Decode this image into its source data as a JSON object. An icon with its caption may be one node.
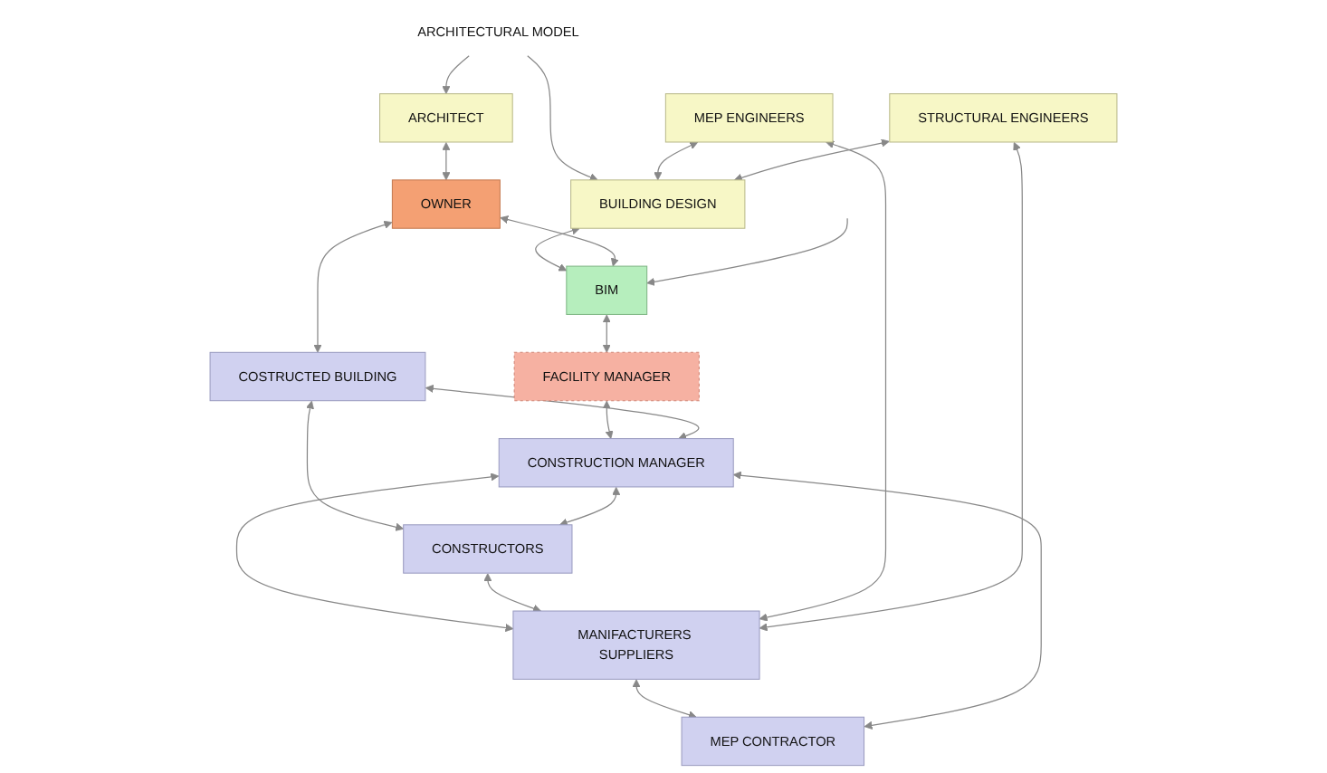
{
  "diagram": {
    "nodes": [
      {
        "text": [
          "ARCHITECT"
        ]
      },
      {
        "text": [
          "OWNER"
        ]
      },
      {
        "text": [
          "ARCHITECTURAL MODEL"
        ]
      },
      {
        "text": [
          "MEP ENGINEERS"
        ]
      },
      {
        "text": [
          "BUILDING DESIGN"
        ]
      },
      {
        "text": [
          "MEP CONTRACTOR"
        ]
      },
      {
        "text": [
          "COSTRUCTED BUILDING"
        ]
      },
      {
        "text": [
          "STRUCTURAL ENGINEERS"
        ]
      },
      {
        "text": [
          "BIM"
        ]
      },
      {
        "text": [
          "FACILITY MANAGER"
        ]
      },
      {
        "text": [
          "CONSTRUCTION MANAGER"
        ]
      },
      {
        "text": [
          "CONSTRUCTORS"
        ]
      },
      {
        "text": [
          "MANIFACTURERS SUPPLIERS"
        ]
      }
    ],
    "edges": [
      {
        "from": 0,
        "to": 1,
        "arrow": "both"
      },
      {
        "from": 2,
        "to": 0,
        "arrow": "to"
      },
      {
        "from": 2,
        "to": 4,
        "arrow": "to"
      },
      {
        "from": 3,
        "to": 4,
        "arrow": "both"
      },
      {
        "from": 7,
        "to": 4,
        "arrow": "both"
      },
      {
        "from": 4,
        "to": 8,
        "arrow": "both"
      },
      {
        "from": 1,
        "to": 8,
        "arrow": "both"
      },
      {
        "from": 1,
        "to": 6,
        "arrow": "both"
      },
      {
        "from": 8,
        "to": 9,
        "arrow": "both"
      },
      {
        "from": 9,
        "to": 10,
        "arrow": "both"
      },
      {
        "from": 5,
        "to": 10,
        "arrow": "both"
      },
      {
        "from": 6,
        "to": 10,
        "arrow": "both"
      },
      {
        "from": 6,
        "to": 11,
        "arrow": "both"
      },
      {
        "from": 10,
        "to": 11,
        "arrow": "both"
      },
      {
        "from": 10,
        "to": 12,
        "arrow": "both"
      },
      {
        "from": 11,
        "to": 12,
        "arrow": "both"
      },
      {
        "from": 12,
        "to": 5,
        "arrow": "both"
      },
      {
        "from": 3,
        "to": 12,
        "arrow": "both"
      },
      {
        "from": 7,
        "to": 12,
        "arrow": "both"
      },
      {
        "from": null,
        "to": 8,
        "arrow": "to"
      }
    ]
  }
}
